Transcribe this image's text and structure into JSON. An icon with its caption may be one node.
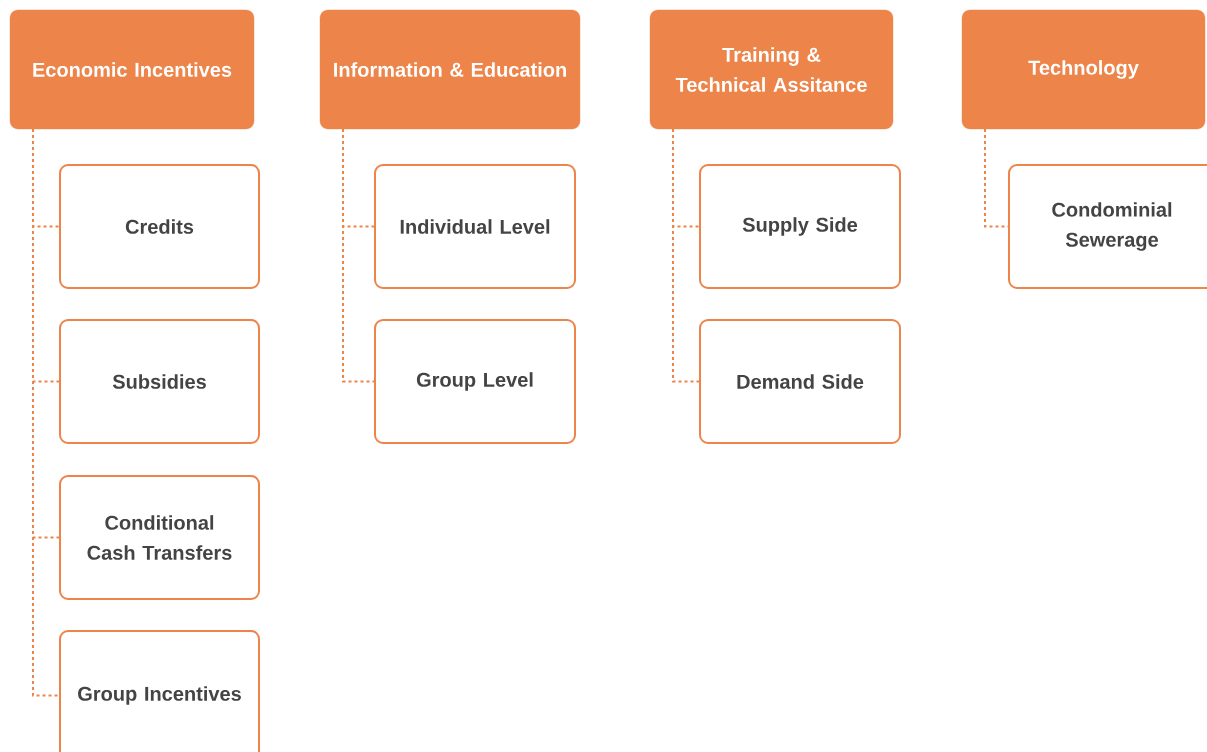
{
  "diagram": {
    "nodes": [
      {
        "text": [
          "Economic Incentives"
        ]
      },
      {
        "text": [
          "Credits"
        ]
      },
      {
        "text": [
          "Subsidies"
        ]
      },
      {
        "text": [
          "Conditional Cash Transfers"
        ]
      },
      {
        "text": [
          "Group Incentives"
        ]
      },
      {
        "text": [
          "Information & Education"
        ]
      },
      {
        "text": [
          "Individual Level"
        ]
      },
      {
        "text": [
          "Group Level"
        ]
      },
      {
        "text": [
          "Training & Technical Assitance"
        ]
      },
      {
        "text": [
          "Supply Side"
        ]
      },
      {
        "text": [
          "Demand Side"
        ]
      },
      {
        "text": [
          "Technology"
        ]
      },
      {
        "text": [
          "Condominial Sewerage"
        ]
      }
    ],
    "edges": [
      {
        "from": 0,
        "to": 1,
        "arrow": "none",
        "style": "dashed"
      },
      {
        "from": 0,
        "to": 2,
        "arrow": "none",
        "style": "dashed"
      },
      {
        "from": 0,
        "to": 3,
        "arrow": "none",
        "style": "dashed"
      },
      {
        "from": 0,
        "to": 4,
        "arrow": "none",
        "style": "dashed"
      },
      {
        "from": 5,
        "to": 6,
        "arrow": "none",
        "style": "dashed"
      },
      {
        "from": 5,
        "to": 7,
        "arrow": "none",
        "style": "dashed"
      },
      {
        "from": 8,
        "to": 9,
        "arrow": "none",
        "style": "dashed"
      },
      {
        "from": 8,
        "to": 10,
        "arrow": "none",
        "style": "dashed"
      },
      {
        "from": 11,
        "to": 12,
        "arrow": "none",
        "style": "dashed"
      }
    ]
  }
}
